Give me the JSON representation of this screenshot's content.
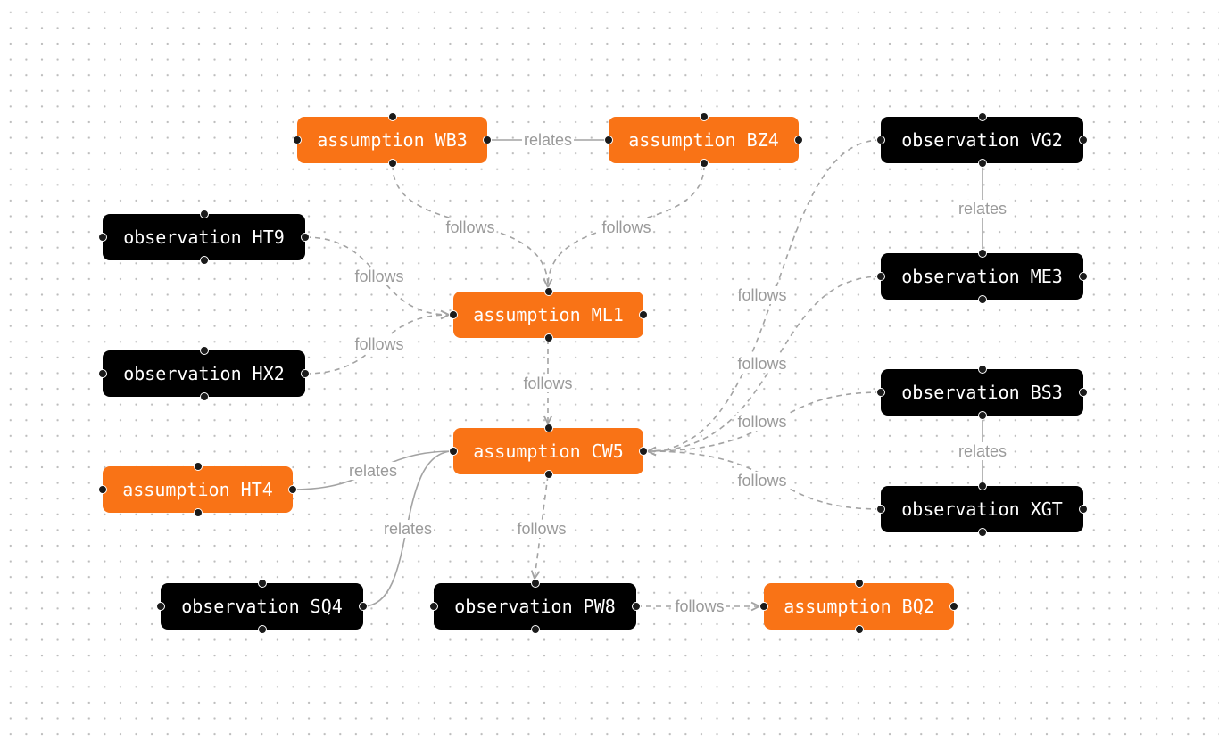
{
  "nodes": [
    {
      "id": "WB3",
      "kind": "assumption",
      "label": "assumption WB3"
    },
    {
      "id": "BZ4",
      "kind": "assumption",
      "label": "assumption BZ4"
    },
    {
      "id": "VG2",
      "kind": "observation",
      "label": "observation VG2"
    },
    {
      "id": "HT9",
      "kind": "observation",
      "label": "observation HT9"
    },
    {
      "id": "ML1",
      "kind": "assumption",
      "label": "assumption ML1"
    },
    {
      "id": "ME3",
      "kind": "observation",
      "label": "observation ME3"
    },
    {
      "id": "HX2",
      "kind": "observation",
      "label": "observation HX2"
    },
    {
      "id": "BS3",
      "kind": "observation",
      "label": "observation BS3"
    },
    {
      "id": "CW5",
      "kind": "assumption",
      "label": "assumption CW5"
    },
    {
      "id": "HT4",
      "kind": "assumption",
      "label": "assumption HT4"
    },
    {
      "id": "XGT",
      "kind": "observation",
      "label": "observation XGT"
    },
    {
      "id": "SQ4",
      "kind": "observation",
      "label": "observation SQ4"
    },
    {
      "id": "PW8",
      "kind": "observation",
      "label": "observation PW8"
    },
    {
      "id": "BQ2",
      "kind": "assumption",
      "label": "assumption BQ2"
    }
  ],
  "edges": [
    {
      "from": "WB3",
      "to": "BZ4",
      "label": "relates",
      "style": "solid"
    },
    {
      "from": "WB3",
      "to": "ML1",
      "label": "follows",
      "style": "dashed"
    },
    {
      "from": "BZ4",
      "to": "ML1",
      "label": "follows",
      "style": "dashed"
    },
    {
      "from": "VG2",
      "to": "ME3",
      "label": "relates",
      "style": "solid"
    },
    {
      "from": "HT9",
      "to": "ML1",
      "label": "follows",
      "style": "dashed"
    },
    {
      "from": "HX2",
      "to": "ML1",
      "label": "follows",
      "style": "dashed"
    },
    {
      "from": "ML1",
      "to": "CW5",
      "label": "follows",
      "style": "dashed"
    },
    {
      "from": "VG2",
      "to": "CW5",
      "label": "follows",
      "style": "dashed"
    },
    {
      "from": "ME3",
      "to": "CW5",
      "label": "follows",
      "style": "dashed"
    },
    {
      "from": "BS3",
      "to": "CW5",
      "label": "follows",
      "style": "dashed"
    },
    {
      "from": "XGT",
      "to": "CW5",
      "label": "follows",
      "style": "dashed"
    },
    {
      "from": "BS3",
      "to": "XGT",
      "label": "relates",
      "style": "solid"
    },
    {
      "from": "HT4",
      "to": "CW5",
      "label": "relates",
      "style": "solid"
    },
    {
      "from": "SQ4",
      "to": "CW5",
      "label": "relates",
      "style": "solid"
    },
    {
      "from": "CW5",
      "to": "PW8",
      "label": "follows",
      "style": "dashed"
    },
    {
      "from": "PW8",
      "to": "BQ2",
      "label": "follows",
      "style": "dashed"
    }
  ],
  "colors": {
    "assumption": "#f97316",
    "observation": "#000000",
    "edge": "#a3a3a3",
    "edge_label": "#9a9a9a"
  }
}
